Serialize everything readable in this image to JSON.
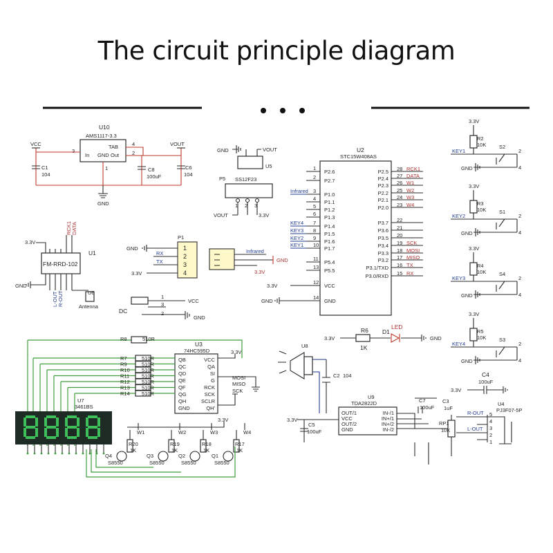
{
  "title": "The circuit principle diagram",
  "power": {
    "vcc": "VCC",
    "vout": "VOUT",
    "gnd": "GND",
    "v33": "3.3V"
  },
  "u10": {
    "ref": "U10",
    "part": "AMS1117-3.3",
    "tab": "TAB",
    "in": "In",
    "out": "Out",
    "gnd": "GND",
    "pin1": "1",
    "pin2": "2",
    "pin3": "3",
    "pin4": "4"
  },
  "caps": {
    "c1": "C1",
    "c1v": "104",
    "c8": "C8",
    "c8v": "100uF",
    "c6": "C6",
    "c6v": "104",
    "c4": "C4",
    "c4v": "100uF",
    "c2": "C2",
    "c2v": "104",
    "c5": "C5",
    "c5v": "100uF",
    "c7": "C7",
    "c3": "C3",
    "c3v": "1uF",
    "c7v": "100uF"
  },
  "u5": {
    "ref": "U5",
    "part": "SS12F23",
    "p5": "P5",
    "pins": [
      "1",
      "2",
      "3"
    ]
  },
  "u2": {
    "ref": "U2",
    "part": "STC15W408AS",
    "left": [
      {
        "pin": "1",
        "name": "P2.6",
        "net": ""
      },
      {
        "pin": "2",
        "name": "P2.7",
        "net": ""
      },
      {
        "pin": "3",
        "name": "P1.0",
        "net": "Infrared"
      },
      {
        "pin": "4",
        "name": "P1.1",
        "net": ""
      },
      {
        "pin": "5",
        "name": "P1.2",
        "net": ""
      },
      {
        "pin": "6",
        "name": "P1.3",
        "net": ""
      },
      {
        "pin": "7",
        "name": "P1.4",
        "net": "KEY4"
      },
      {
        "pin": "8",
        "name": "P1.5",
        "net": "KEY3"
      },
      {
        "pin": "9",
        "name": "P1.6",
        "net": "KEY2"
      },
      {
        "pin": "10",
        "name": "P1.7",
        "net": "KEY1"
      },
      {
        "pin": "11",
        "name": "P5.4",
        "net": ""
      },
      {
        "pin": "13",
        "name": "P5.5",
        "net": ""
      },
      {
        "pin": "12",
        "name": "VCC",
        "net": "3.3V"
      },
      {
        "pin": "14",
        "name": "GND",
        "net": "GND"
      }
    ],
    "right": [
      {
        "pin": "28",
        "name": "P2.5",
        "net": "RCK1"
      },
      {
        "pin": "27",
        "name": "P2.4",
        "net": "DATA"
      },
      {
        "pin": "26",
        "name": "P2.3",
        "net": "W1"
      },
      {
        "pin": "25",
        "name": "P2.2",
        "net": "W2"
      },
      {
        "pin": "24",
        "name": "P2.1",
        "net": "W3"
      },
      {
        "pin": "23",
        "name": "P2.0",
        "net": "W4"
      },
      {
        "pin": "22",
        "name": "P3.7",
        "net": ""
      },
      {
        "pin": "21",
        "name": "P3.6",
        "net": ""
      },
      {
        "pin": "20",
        "name": "P3.5",
        "net": ""
      },
      {
        "pin": "19",
        "name": "P3.4",
        "net": "SCK"
      },
      {
        "pin": "18",
        "name": "P3.3",
        "net": "MOSI"
      },
      {
        "pin": "17",
        "name": "P3.2",
        "net": "MISO"
      },
      {
        "pin": "16",
        "name": "P3.1/TXD",
        "net": "TX"
      },
      {
        "pin": "15",
        "name": "P3.0/RXD",
        "net": "RX"
      }
    ]
  },
  "u1": {
    "ref": "U1",
    "part": "FM-RRD-102",
    "rck1": "RCK1",
    "data": "DATA",
    "lout": "L-OUT",
    "rout": "R-OUT"
  },
  "u6": {
    "ref": "U6",
    "label": "Antenna"
  },
  "p1": {
    "ref": "P1",
    "pins": [
      "1",
      "2",
      "3",
      "4"
    ],
    "rx": "RX",
    "tx": "TX"
  },
  "ir": {
    "net": "Infrared"
  },
  "dc": {
    "label": "DC",
    "pins": [
      "1",
      "3",
      "2"
    ]
  },
  "keys": [
    {
      "r": "R2",
      "rv": "10K",
      "net": "KEY1",
      "sw": "S2"
    },
    {
      "r": "R3",
      "rv": "10K",
      "net": "KEY2",
      "sw": "S1"
    },
    {
      "r": "R4",
      "rv": "10K",
      "net": "KEY3",
      "sw": "S4"
    },
    {
      "r": "R5",
      "rv": "10K",
      "net": "KEY4",
      "sw": "S3"
    }
  ],
  "led": {
    "r": "R6",
    "rv": "1K",
    "d": "D1",
    "label": "LED"
  },
  "u3": {
    "ref": "U3",
    "part": "74HC595D",
    "left": [
      "QB",
      "QC",
      "QD",
      "QE",
      "QF",
      "QG",
      "QH",
      "GND"
    ],
    "right": [
      "VCC",
      "QA",
      "SI",
      "G",
      "RCK",
      "SCK",
      "SCLR",
      "QH'"
    ],
    "nets": [
      "MOSI",
      "MISO",
      "SCK"
    ]
  },
  "r8": {
    "ref": "R8",
    "val": "510R"
  },
  "seg_res": [
    {
      "ref": "R7",
      "val": "510R"
    },
    {
      "ref": "R9",
      "val": "510R"
    },
    {
      "ref": "R10",
      "val": "510R"
    },
    {
      "ref": "R11",
      "val": "510R"
    },
    {
      "ref": "R12",
      "val": "510R"
    },
    {
      "ref": "R13",
      "val": "510R"
    },
    {
      "ref": "R14",
      "val": "510R"
    }
  ],
  "u7": {
    "ref": "U7",
    "part": "3461BS"
  },
  "transistors": [
    {
      "q": "Q4",
      "part": "S8550",
      "r": "R20",
      "rv": "1K",
      "net": "W1"
    },
    {
      "q": "Q3",
      "part": "S8550",
      "r": "R19",
      "rv": "1K",
      "net": "W2"
    },
    {
      "q": "Q2",
      "part": "S8550",
      "r": "R18",
      "rv": "1K",
      "net": "W3"
    },
    {
      "q": "Q1",
      "part": "S8550",
      "r": "R17",
      "rv": "1K",
      "net": "W4"
    }
  ],
  "u8": {
    "ref": "U8"
  },
  "u9": {
    "ref": "U9",
    "part": "TDA2822D",
    "left": [
      "OUT/1",
      "VCC",
      "OUT/2",
      "GND"
    ],
    "right": [
      "IN-/1",
      "IN+/1",
      "IN+/2",
      "IN-/2"
    ]
  },
  "rp1": {
    "ref": "RP1",
    "val": "10K"
  },
  "u4": {
    "ref": "U4",
    "part": "PJ3F07-5P",
    "rout": "R-OUT",
    "lout": "L-OUT"
  }
}
